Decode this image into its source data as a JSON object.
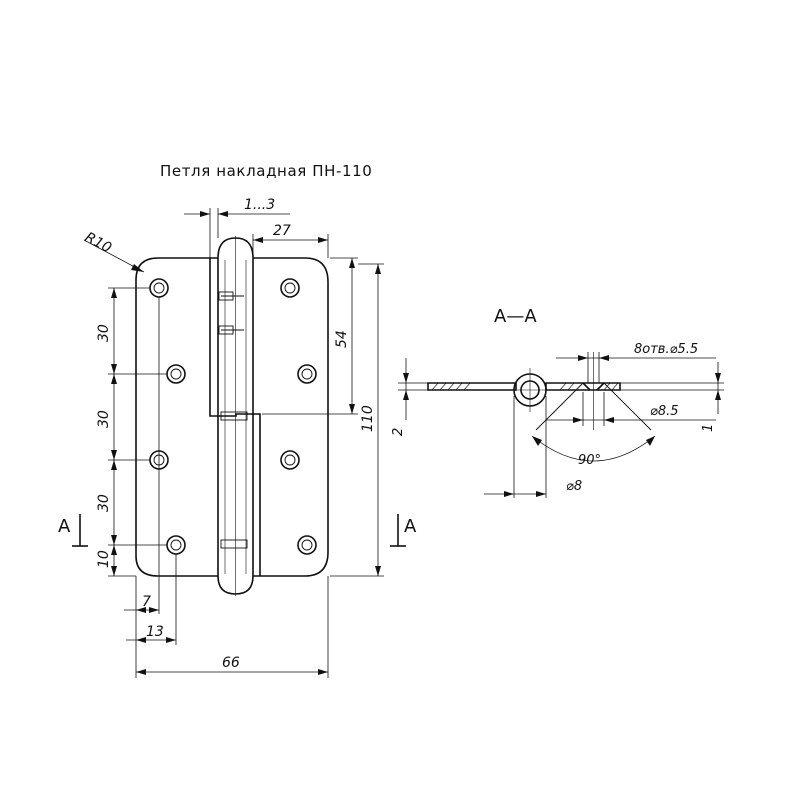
{
  "title": "Петля накладная ПН-110",
  "section_label": "A—A",
  "section_mark": "A",
  "dimensions": {
    "gap": "1...3",
    "d27": "27",
    "r10": "R10",
    "d54": "54",
    "d110": "110",
    "d30a": "30",
    "d30b": "30",
    "d30c": "30",
    "d10": "10",
    "d7": "7",
    "d13": "13",
    "d66": "66"
  },
  "section_dimensions": {
    "holes": "8отв.⌀5.5",
    "thickness": "2",
    "d85": "⌀8.5",
    "d1": "1",
    "angle": "90°",
    "d8": "⌀8"
  }
}
